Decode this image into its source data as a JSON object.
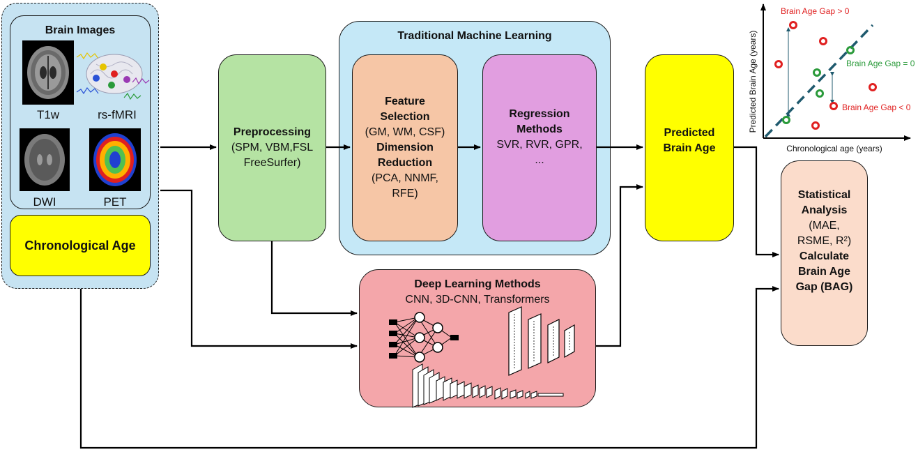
{
  "inputs": {
    "brain_images_title": "Brain Images",
    "modalities": [
      "T1w",
      "rs-fMRI",
      "DWI",
      "PET"
    ],
    "chronological_age": "Chronological Age"
  },
  "preprocessing": {
    "title": "Preprocessing",
    "line1": "(SPM, VBM,FSL",
    "line2": "FreeSurfer)"
  },
  "traditional_ml": {
    "title": "Traditional Machine Learning",
    "feature": {
      "title_line1": "Feature",
      "title_line2": "Selection",
      "detail": "(GM, WM, CSF)",
      "dim_line1": "Dimension",
      "dim_line2": "Reduction",
      "dim_detail1": "(PCA, NNMF,",
      "dim_detail2": "RFE)"
    },
    "regression": {
      "title_line1": "Regression",
      "title_line2": "Methods",
      "detail1": "SVR, RVR, GPR,",
      "detail2": "..."
    }
  },
  "deep_learning": {
    "title": "Deep Learning Methods",
    "detail": "CNN, 3D-CNN, Transformers"
  },
  "predicted_brain_age": {
    "line1": "Predicted",
    "line2": "Brain Age"
  },
  "statistical_analysis": {
    "line1": "Statistical",
    "line2": "Analysis",
    "line3": "(MAE,",
    "line4": "RSME, R²)",
    "line5": "Calculate",
    "line6": "Brain Age",
    "line7": "Gap (BAG)"
  },
  "plot": {
    "ylabel": "Predicted Brain Age (years)",
    "xlabel": "Chronological age (years)",
    "gap_positive": "Brain Age Gap > 0",
    "gap_zero": "Brain Age Gap = 0",
    "gap_negative": "Brain Age Gap < 0"
  },
  "colors": {
    "input_fill": "#c6e3f2",
    "preprocessing_fill": "#b5e3a3",
    "traditional_fill": "#c5e8f7",
    "feature_fill": "#f6c6a6",
    "regression_fill": "#e19ee0",
    "deep_fill": "#f4a6aa",
    "predicted_fill": "#ffff00",
    "statistical_fill": "#fbdccb",
    "gap_red": "#e02020",
    "gap_green": "#2a9a3a",
    "diagonal": "#1f5a6e"
  }
}
